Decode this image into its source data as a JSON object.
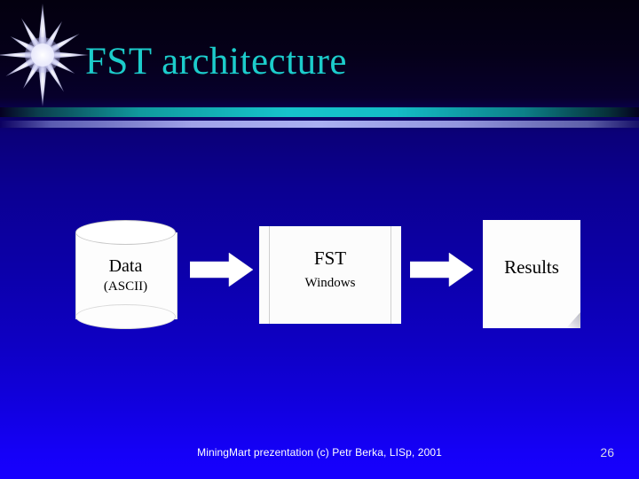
{
  "slide": {
    "title": "FST architecture",
    "background": {
      "top_color": "#03000f",
      "mid_color": "#0b0091",
      "bottom_color": "#1600ff"
    },
    "accent_colors": {
      "title_teal": "#1ccccb",
      "bar_teal": "#16c3cc",
      "bar_lavender": "#aab0f2",
      "shape_fill": "#fdfdfd",
      "shape_text": "#000000"
    },
    "decorations": {
      "starburst": "starburst-icon",
      "divider_teal": "divider-bar-teal",
      "divider_lavender": "divider-bar-lavender"
    }
  },
  "diagram": {
    "type": "flow",
    "nodes": [
      {
        "id": "data",
        "shape": "cylinder",
        "primary_label": "Data",
        "secondary_label": "(ASCII)"
      },
      {
        "id": "fst",
        "shape": "process",
        "primary_label": "FST",
        "secondary_label": "Windows"
      },
      {
        "id": "results",
        "shape": "document",
        "primary_label": "Results",
        "secondary_label": ""
      }
    ],
    "connectors": [
      {
        "id": "arrow-data-to-fst",
        "from": "data",
        "to": "fst",
        "style": "block-arrow-right"
      },
      {
        "id": "arrow-fst-to-results",
        "from": "fst",
        "to": "results",
        "style": "block-arrow-right"
      }
    ]
  },
  "footer": {
    "credit": "MiningMart prezentation (c) Petr Berka, LISp, 2001",
    "page_number": "26"
  }
}
